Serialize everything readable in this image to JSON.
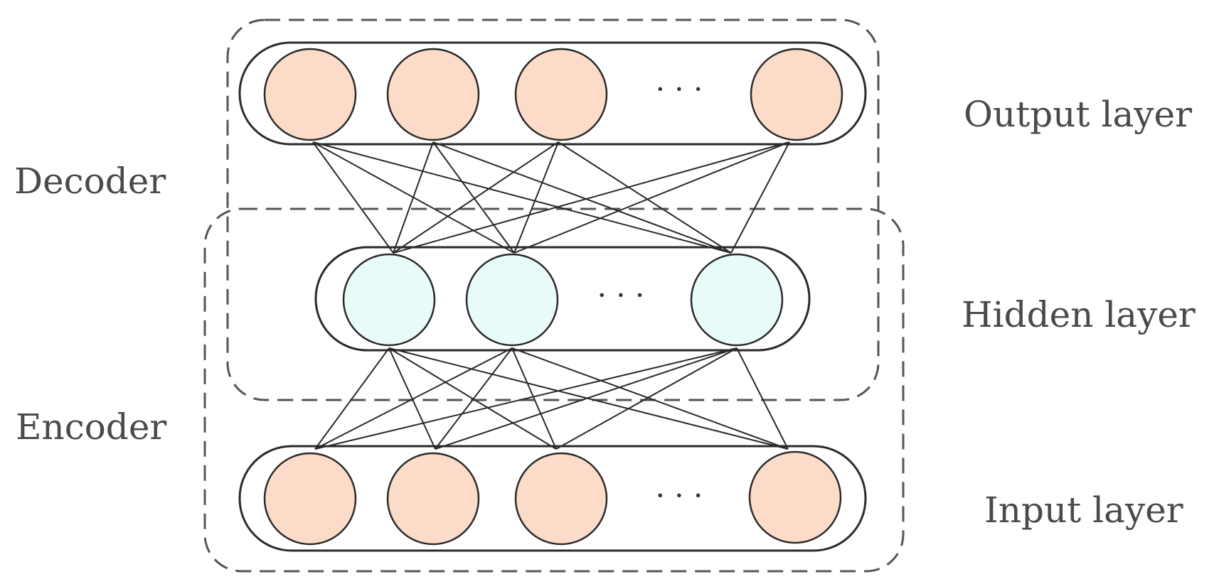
{
  "labels": {
    "decoder": "Decoder",
    "encoder": "Encoder",
    "output_layer": "Output layer",
    "hidden_layer": "Hidden layer",
    "input_layer": "Input layer"
  },
  "ellipsis": "· · ·",
  "colors": {
    "input_output_node_fill": "#fcdcc8",
    "hidden_node_fill": "#e8fbf8",
    "stroke": "#2a2a2a",
    "dashed_box": "#555555",
    "label_text": "#4a4a4a"
  }
}
